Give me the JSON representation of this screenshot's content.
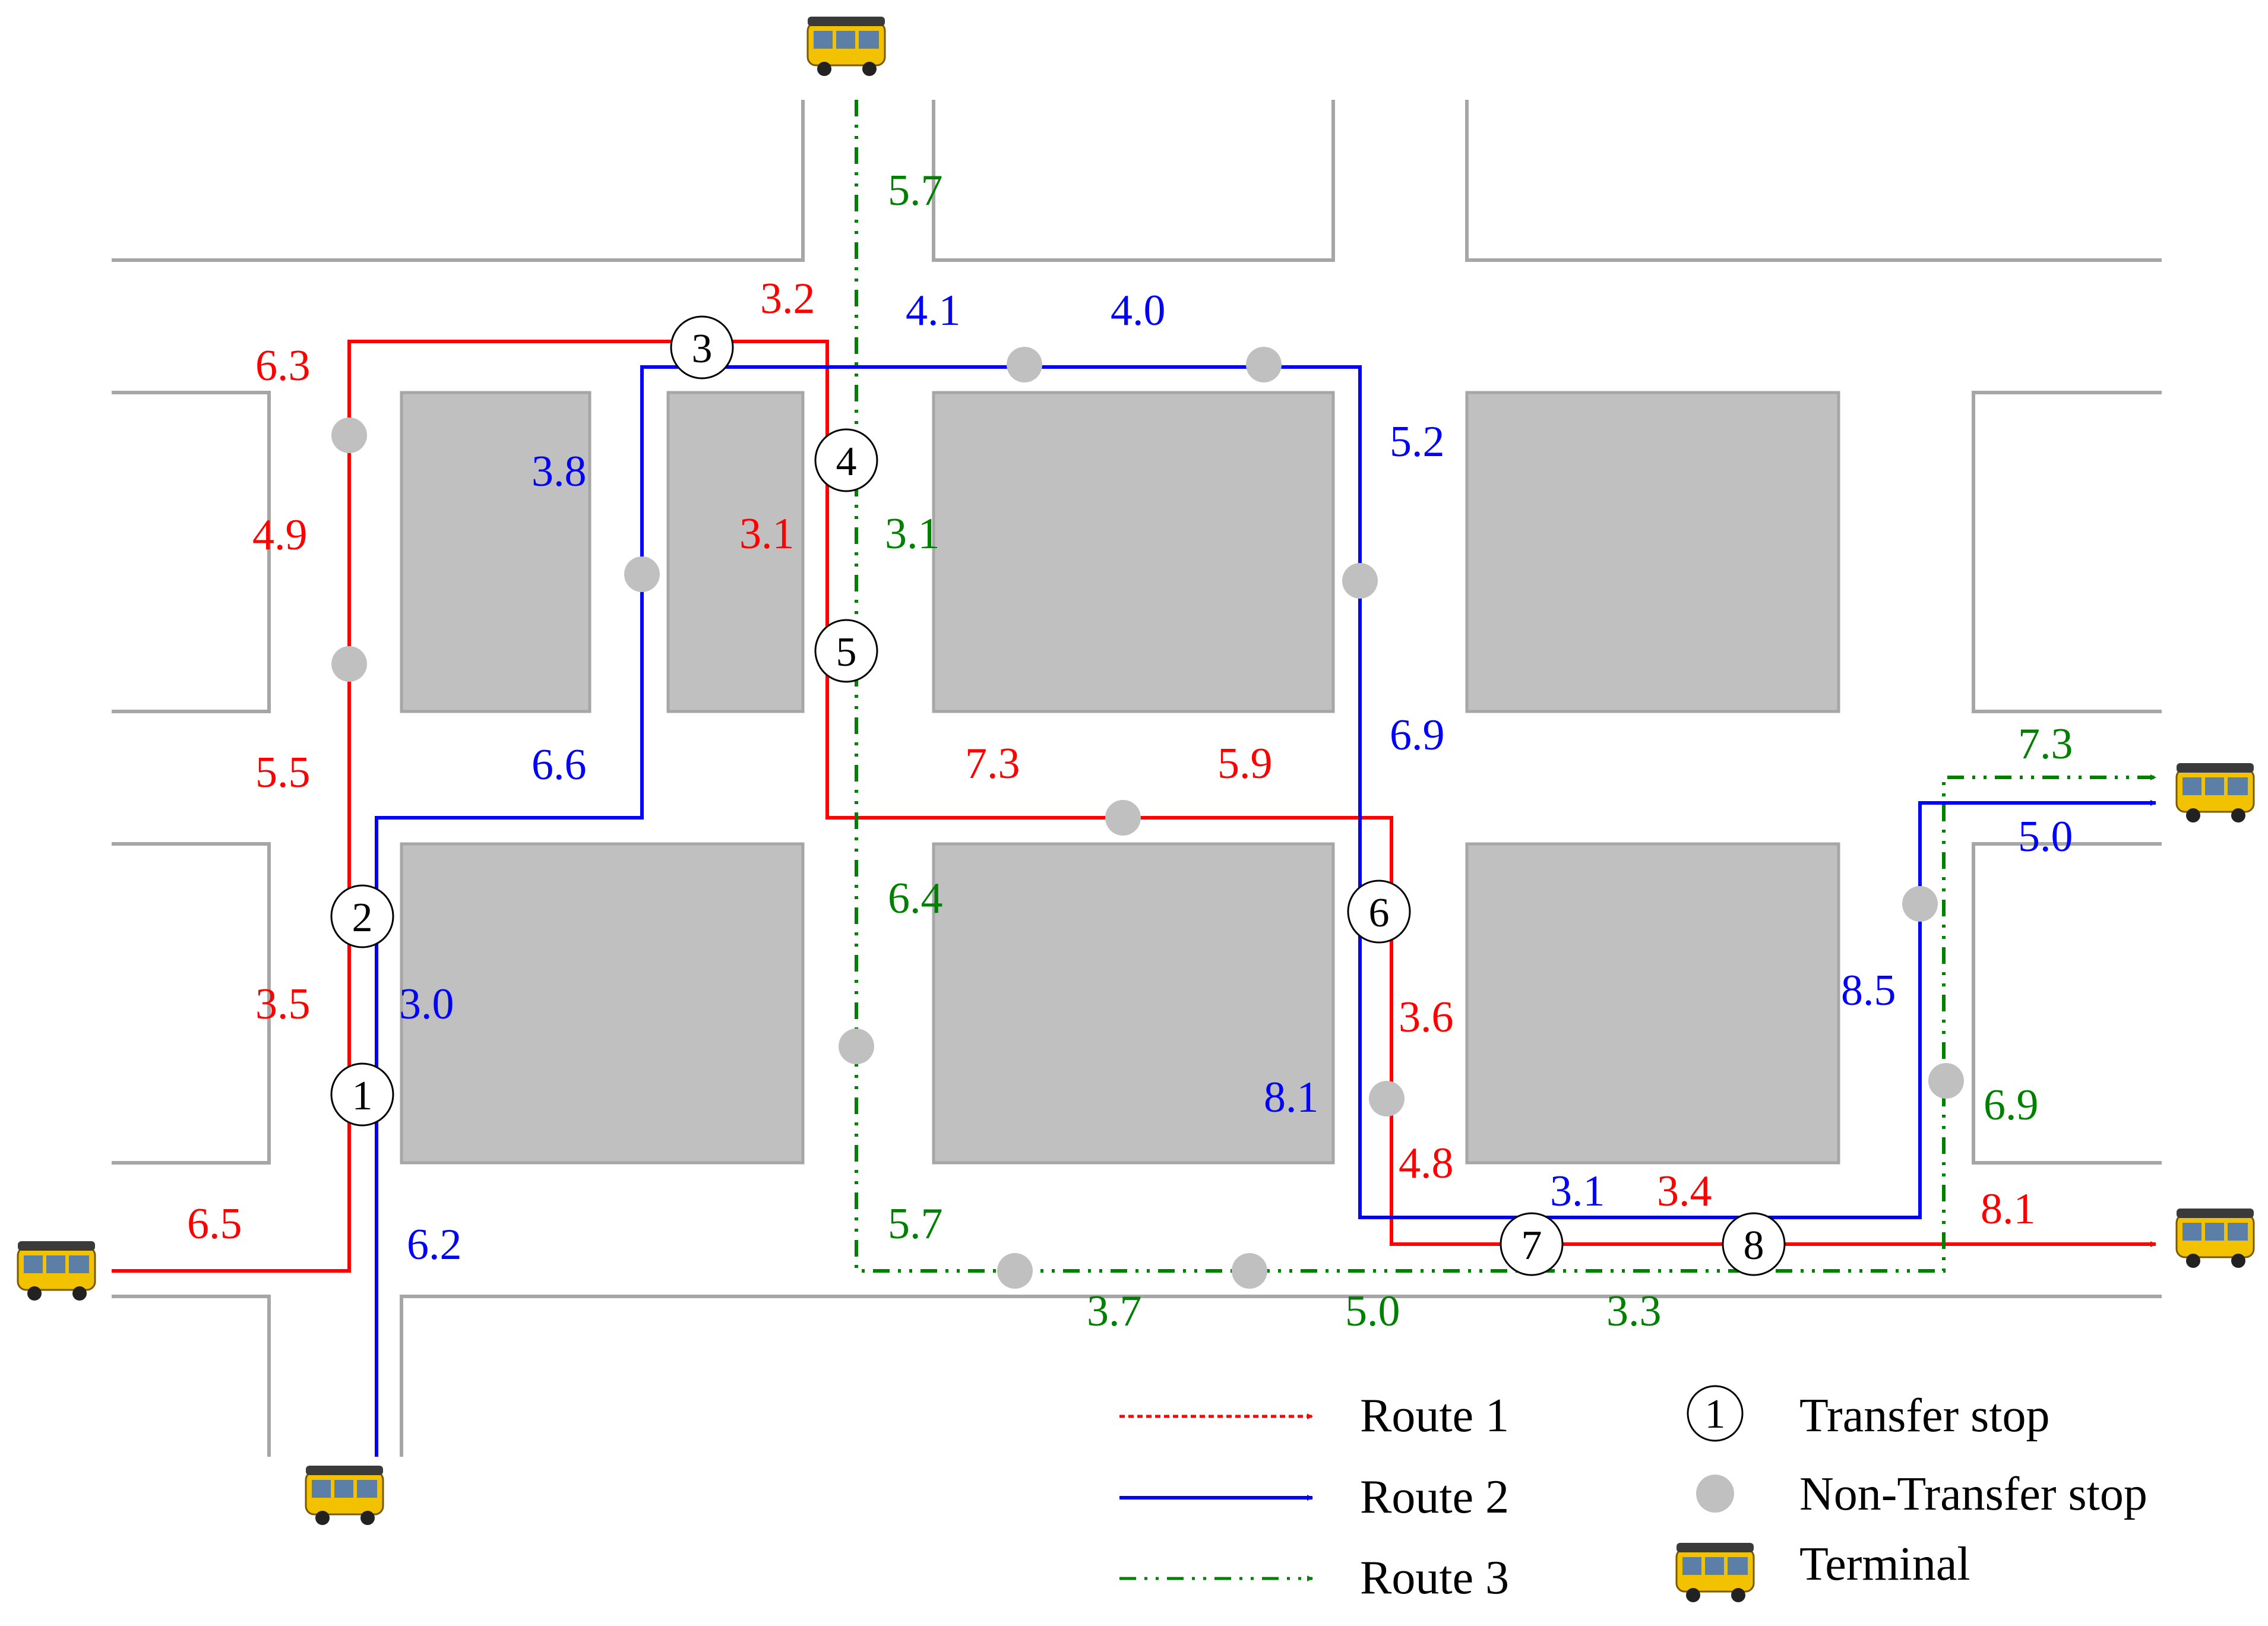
{
  "colors": {
    "route1": "#ff0000",
    "route2": "#0000ff",
    "route3": "#008000",
    "block": "#c0c0c0",
    "road_edge": "#a6a6a6",
    "stop": "#c0c0c0"
  },
  "icons": {
    "terminal": "bus-icon"
  },
  "legend": {
    "route1": "Route 1",
    "route2": "Route 2",
    "route3": "Route 3",
    "transfer_stop": "Transfer stop",
    "transfer_symbol": "1",
    "non_transfer_stop": "Non-Transfer stop",
    "terminal": "Terminal"
  },
  "transfer_stops": [
    "1",
    "2",
    "3",
    "4",
    "5",
    "6",
    "7",
    "8"
  ],
  "route1_labels": [
    "6.3",
    "4.9",
    "5.5",
    "3.5",
    "6.5",
    "3.2",
    "3.1",
    "7.3",
    "5.9",
    "3.6",
    "4.8",
    "3.4",
    "8.1"
  ],
  "route2_labels": [
    "3.8",
    "6.6",
    "3.0",
    "6.2",
    "4.1",
    "4.0",
    "5.2",
    "6.9",
    "8.1",
    "3.1",
    "8.5",
    "5.0"
  ],
  "route3_labels": [
    "5.7",
    "3.1",
    "6.4",
    "5.7",
    "3.7",
    "5.0",
    "3.3",
    "6.9",
    "7.3"
  ]
}
